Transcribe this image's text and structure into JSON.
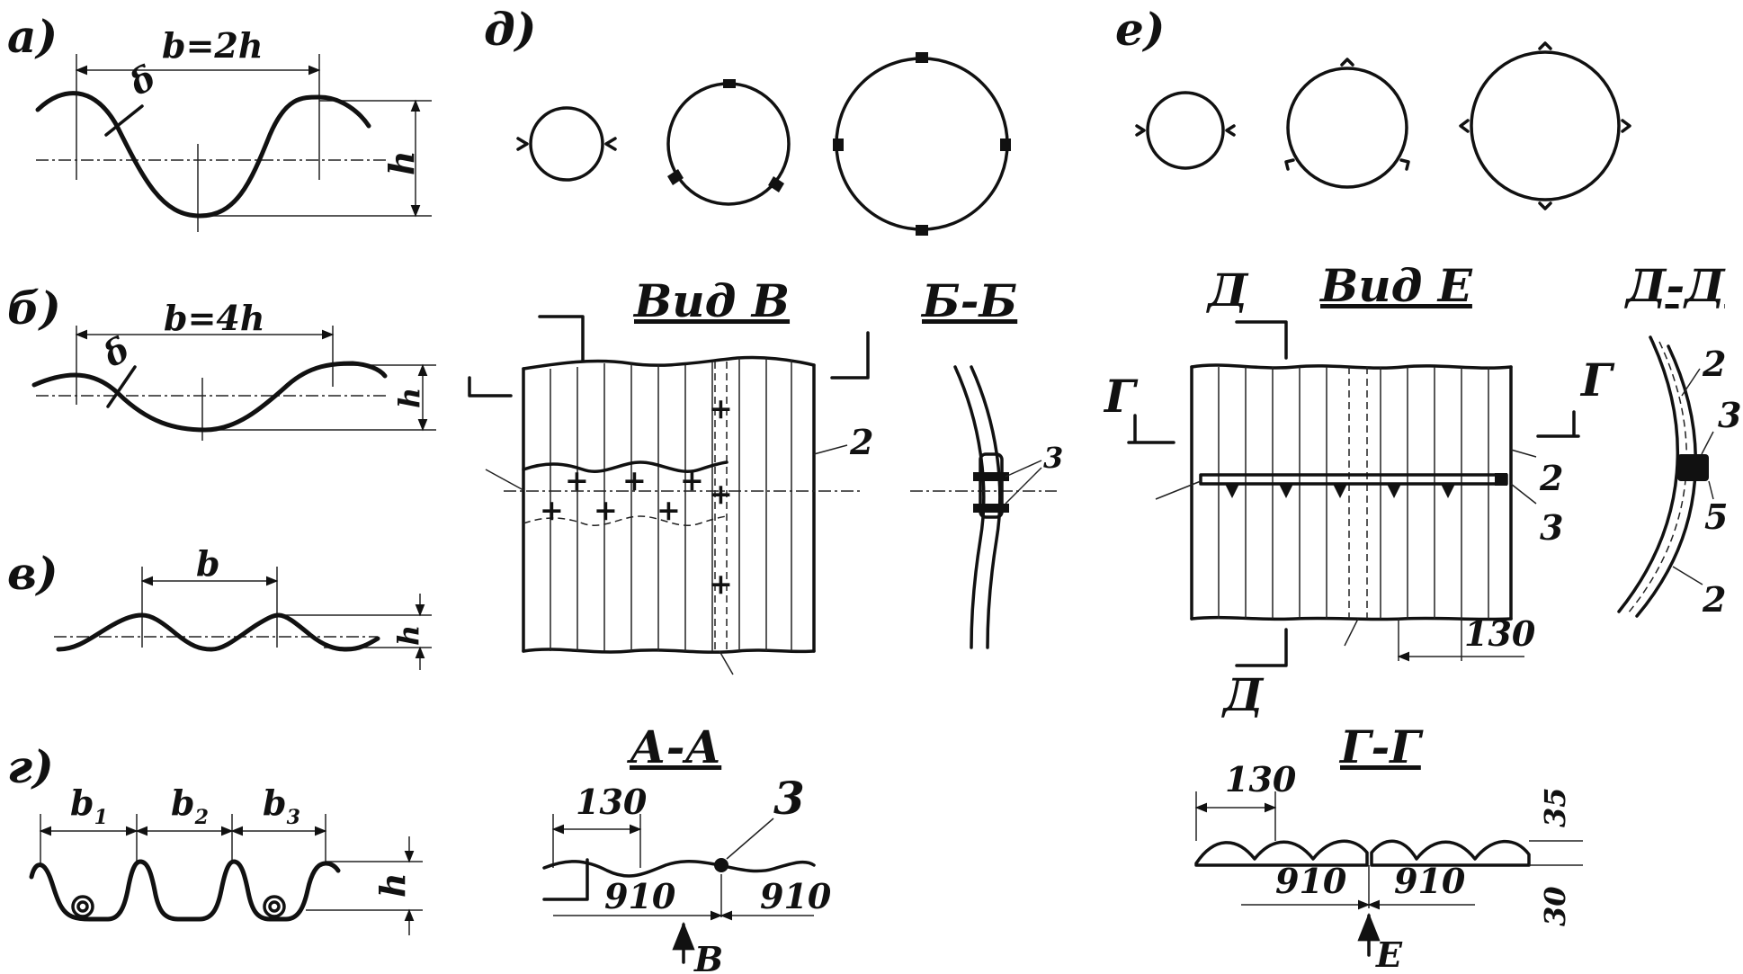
{
  "panels": {
    "a": {
      "label": "а)",
      "span": "b=2h",
      "delta": "δ",
      "h": "h"
    },
    "b": {
      "label": "б)",
      "span": "b=4h",
      "delta": "δ",
      "h": "h"
    },
    "v": {
      "label": "в)",
      "span": "b",
      "h": "h"
    },
    "g": {
      "label": "г)",
      "b1": "b",
      "b1s": "1",
      "b2": "b",
      "b2s": "2",
      "b3": "b",
      "b3s": "3",
      "h": "h"
    },
    "d": {
      "label": "д)"
    },
    "e": {
      "label": "е)"
    }
  },
  "views": {
    "vid_v": {
      "title": "Вид В",
      "callout_2": "2"
    },
    "bb": {
      "title": "Б-Б",
      "callout_3": "3"
    },
    "aa": {
      "title": "А-А",
      "dim_130": "130",
      "callout_3": "3",
      "dim_910_left": "910",
      "dim_910_right": "910",
      "arrow_label": "В"
    },
    "vid_e": {
      "title": "Вид Е",
      "cut_d_top": "Д",
      "cut_d_bottom": "Д",
      "cut_g_left": "Г",
      "callout_2": "2",
      "callout_3": "3",
      "dim_130": "130"
    },
    "dd": {
      "title": "Д-Д",
      "cut_g": "Г",
      "callout_2_top": "2",
      "callout_3": "3",
      "callout_5": "5",
      "callout_2_bottom": "2"
    },
    "gg": {
      "title": "Г-Г",
      "dim_130": "130",
      "dim_910_left": "910",
      "dim_910_right": "910",
      "dim_35": "35",
      "dim_30": "30",
      "arrow_label": "Е"
    }
  }
}
